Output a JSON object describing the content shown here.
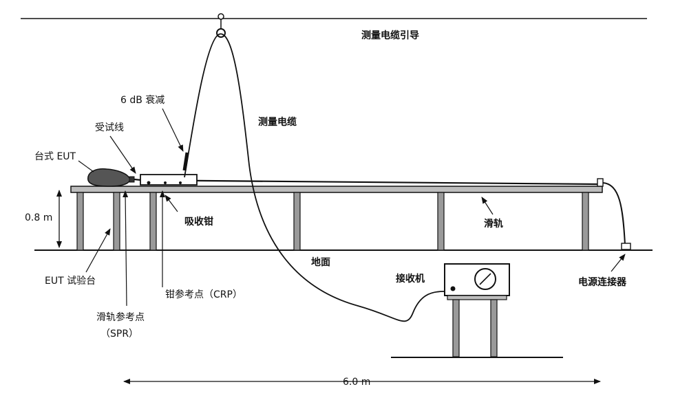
{
  "labels": {
    "measurement_cable_guide": "测量电缆引导",
    "attenuation": "6 dB 衰减",
    "measurement_cable": "测量电缆",
    "test_cable": "受试线",
    "tabletop_eut": "台式 EUT",
    "height": "0.8 m",
    "absorbing_clamp": "吸收钳",
    "slide_rail": "滑轨",
    "ground": "地面",
    "eut_table": "EUT 试验台",
    "clamp_reference_point": "钳参考点（CRP）",
    "slide_reference_point": "滑轨参考点",
    "slide_reference_point_abbr": "（SPR）",
    "receiver": "接收机",
    "power_connector": "电源连接器",
    "length": "6.0 m"
  },
  "colors": {
    "ink": "#111111",
    "post_fill": "#9a9a9a",
    "eut_fill": "#555555",
    "background": "#ffffff"
  }
}
